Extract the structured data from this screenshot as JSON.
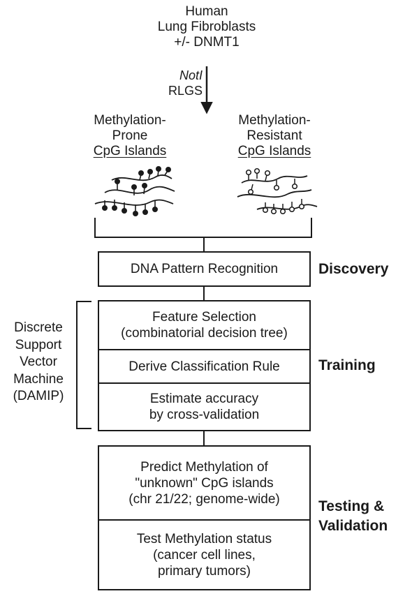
{
  "source": {
    "line1": "Human",
    "line2": "Lung Fibroblasts",
    "line3": "+/- DNMT1"
  },
  "method": {
    "enzyme": "NotI",
    "technique": "RLGS"
  },
  "groups": {
    "prone": {
      "line1": "Methylation-",
      "line2": "Prone",
      "line3": "CpG Islands"
    },
    "resistant": {
      "line1": "Methylation-",
      "line2": "Resistant",
      "line3": "CpG Islands"
    }
  },
  "discovery": {
    "step": "DNA Pattern Recognition",
    "stage": "Discovery"
  },
  "training": {
    "steps": [
      {
        "line1": "Feature Selection",
        "line2": "(combinatorial decision tree)"
      },
      {
        "line1": "Derive Classification Rule"
      },
      {
        "line1": "Estimate accuracy",
        "line2": "by cross-validation"
      }
    ],
    "stage": "Training",
    "model": {
      "line1": "Discrete",
      "line2": "Support",
      "line3": "Vector",
      "line4": "Machine",
      "line5": "(DAMIP)"
    }
  },
  "testing": {
    "steps": [
      {
        "line1": "Predict Methylation of",
        "line2": "\"unknown\" CpG islands",
        "line3": "(chr 21/22; genome-wide)"
      },
      {
        "line1": "Test Methylation status",
        "line2": "(cancer cell lines,",
        "line3": "primary tumors)"
      }
    ],
    "stage_line1": "Testing &",
    "stage_line2": "Validation"
  },
  "colors": {
    "ink": "#1a1a1a",
    "background": "#ffffff"
  }
}
